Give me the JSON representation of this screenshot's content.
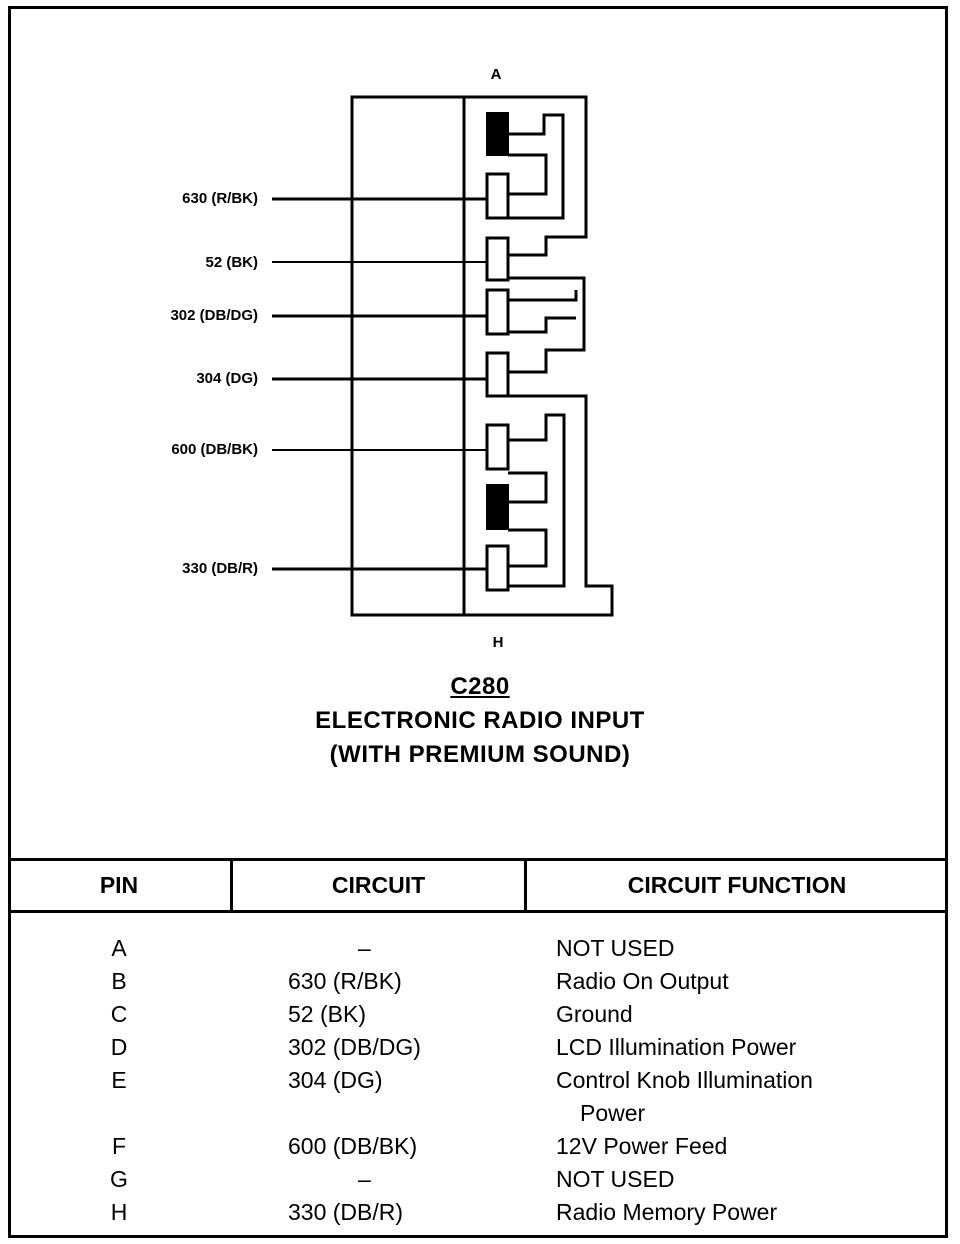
{
  "connector": {
    "pin_top_label": "A",
    "pin_bottom_label": "H",
    "wires": [
      {
        "label": "630 (R/BK)"
      },
      {
        "label": "52 (BK)"
      },
      {
        "label": "302 (DB/DG)"
      },
      {
        "label": "304 (DG)"
      },
      {
        "label": "600 (DB/BK)"
      },
      {
        "label": "330 (DB/R)"
      }
    ]
  },
  "caption": {
    "code": "C280",
    "line1": "ELECTRONIC RADIO INPUT",
    "line2": "(WITH PREMIUM SOUND)"
  },
  "table": {
    "headers": {
      "pin": "PIN",
      "circuit": "CIRCUIT",
      "function": "CIRCUIT FUNCTION"
    },
    "rows": [
      {
        "pin": "A",
        "circuit": "–",
        "function": "NOT USED",
        "function2": ""
      },
      {
        "pin": "B",
        "circuit": "630  (R/BK)",
        "function": "Radio On Output",
        "function2": ""
      },
      {
        "pin": "C",
        "circuit": "52  (BK)",
        "function": "Ground",
        "function2": ""
      },
      {
        "pin": "D",
        "circuit": "302  (DB/DG)",
        "function": "LCD Illumination Power",
        "function2": ""
      },
      {
        "pin": "E",
        "circuit": "304  (DG)",
        "function": "Control Knob Illumination",
        "function2": "Power"
      },
      {
        "pin": "F",
        "circuit": "600  (DB/BK)",
        "function": "12V Power Feed",
        "function2": ""
      },
      {
        "pin": "G",
        "circuit": "–",
        "function": "NOT USED",
        "function2": ""
      },
      {
        "pin": "H",
        "circuit": "330  (DB/R)",
        "function": "Radio Memory Power",
        "function2": ""
      }
    ]
  }
}
